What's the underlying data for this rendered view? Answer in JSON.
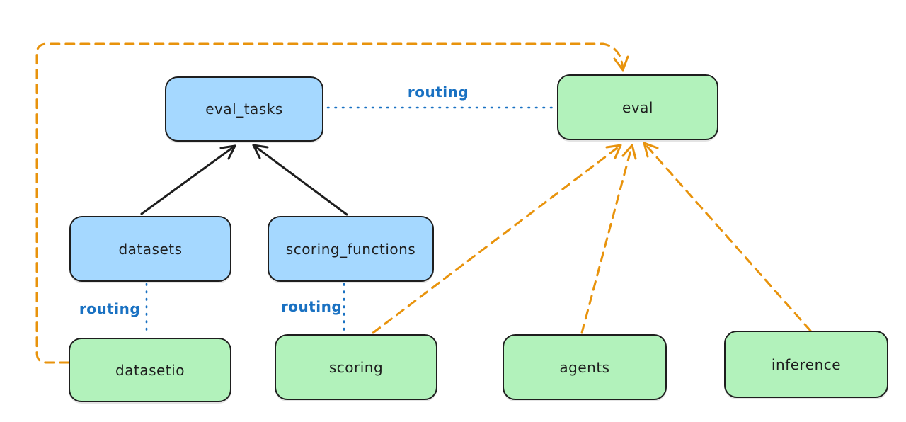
{
  "diagram": {
    "title": "api-provider-routing-diagram",
    "background": "#ffffff",
    "colors": {
      "node_blue_fill": "#a5d8ff",
      "node_green_fill": "#b2f2bb",
      "node_stroke": "#1e1e1e",
      "routing_blue": "#1971c2",
      "orange_dashed": "#e8930c",
      "black_arrow": "#1e1e1e"
    },
    "nodes": {
      "eval_tasks": {
        "label": "eval_tasks",
        "fill": "blue"
      },
      "eval": {
        "label": "eval",
        "fill": "green"
      },
      "datasets": {
        "label": "datasets",
        "fill": "blue"
      },
      "scoring_functions": {
        "label": "scoring_functions",
        "fill": "blue"
      },
      "datasetio": {
        "label": "datasetio",
        "fill": "green"
      },
      "scoring": {
        "label": "scoring",
        "fill": "green"
      },
      "agents": {
        "label": "agents",
        "fill": "green"
      },
      "inference": {
        "label": "inference",
        "fill": "green"
      }
    },
    "edges": [
      {
        "from": "datasets",
        "to": "eval_tasks",
        "style": "solid",
        "color": "#1e1e1e",
        "arrowhead": true,
        "label": ""
      },
      {
        "from": "scoring_functions",
        "to": "eval_tasks",
        "style": "solid",
        "color": "#1e1e1e",
        "arrowhead": true,
        "label": ""
      },
      {
        "from": "eval_tasks",
        "to": "eval",
        "style": "dotted",
        "color": "#1971c2",
        "arrowhead": false,
        "label": "routing"
      },
      {
        "from": "datasets",
        "to": "datasetio",
        "style": "dotted",
        "color": "#1971c2",
        "arrowhead": false,
        "label": "routing"
      },
      {
        "from": "scoring_functions",
        "to": "scoring",
        "style": "dotted",
        "color": "#1971c2",
        "arrowhead": false,
        "label": "routing"
      },
      {
        "from": "datasetio",
        "to": "eval",
        "style": "dashed",
        "color": "#e8930c",
        "arrowhead": true,
        "label": ""
      },
      {
        "from": "scoring",
        "to": "eval",
        "style": "dashed",
        "color": "#e8930c",
        "arrowhead": true,
        "label": ""
      },
      {
        "from": "agents",
        "to": "eval",
        "style": "dashed",
        "color": "#e8930c",
        "arrowhead": true,
        "label": ""
      },
      {
        "from": "inference",
        "to": "eval",
        "style": "dashed",
        "color": "#e8930c",
        "arrowhead": true,
        "label": ""
      }
    ]
  }
}
